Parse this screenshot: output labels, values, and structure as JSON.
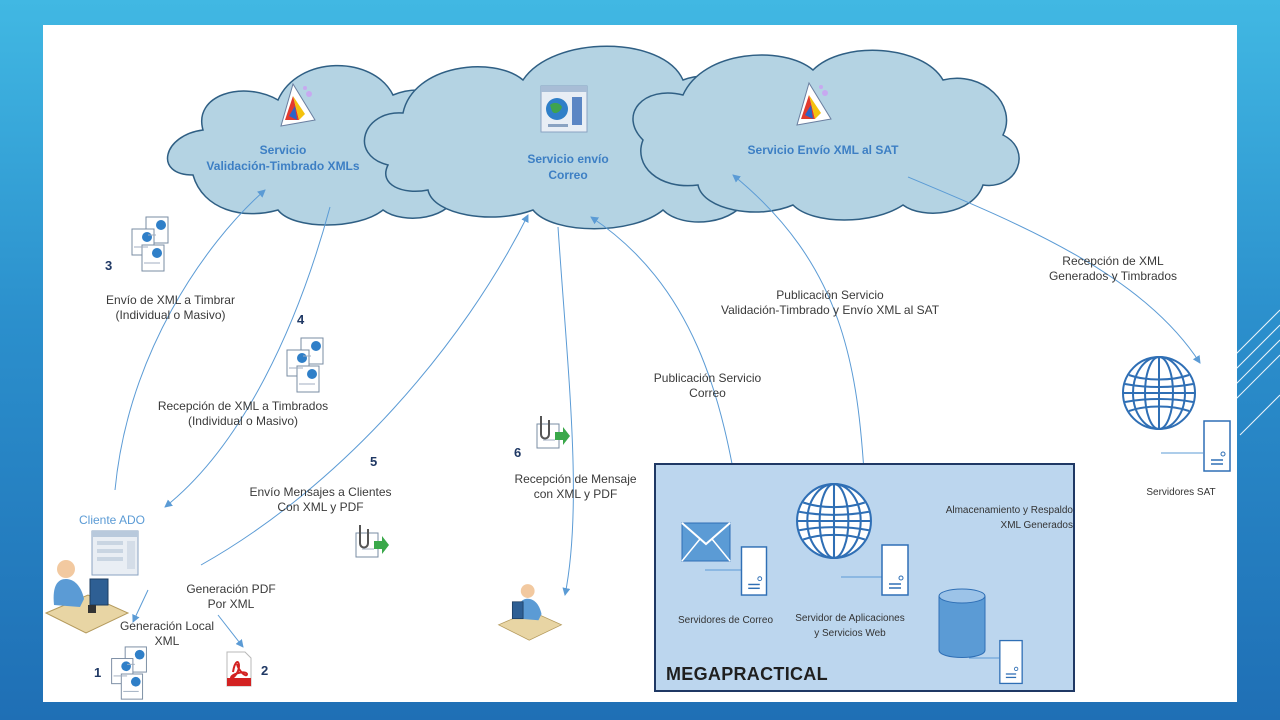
{
  "clouds": {
    "validation": "Servicio\nValidación-Timbrado XMLs",
    "email": "Servicio envío\nCorreo",
    "sat": "Servicio Envío XML al SAT"
  },
  "steps": {
    "s1": "1",
    "s2": "2",
    "s3": "3",
    "s4": "4",
    "s5": "5",
    "s6": "6"
  },
  "labels": {
    "send_xml": "Envío de XML a Timbrar\n(Individual o Masivo)",
    "receive_xml": "Recepción de XML a Timbrados\n(Individual o Masivo)",
    "send_messages": "Envío Mensajes a Clientes\nCon XML y PDF",
    "receive_message": "Recepción de Mensaje\ncon XML y PDF",
    "pub_email": "Publicación Servicio\nCorreo",
    "pub_validation": "Publicación Servicio\nValidación-Timbrado y Envío XML al SAT",
    "reception_sat": "Recepción de XML\nGenerados y Timbrados",
    "client": "Cliente ADO",
    "gen_pdf": "Generación PDF\nPor XML",
    "gen_local": "Generación Local\nXML",
    "sat_servers": "Servidores SAT",
    "mail_servers": "Servidores de Correo",
    "app_servers": "Servidor de Aplicaciones\ny Servicios Web",
    "storage": "Almacenamiento y Respaldo\nXML Generados"
  },
  "megapractical": {
    "title": "MEGAPRACTICAL"
  },
  "icons": [
    "color-palette-icon",
    "browser-globe-icon",
    "xml-documents-icon",
    "email-attachment-icon",
    "user-computer-icon",
    "pdf-icon",
    "globe-icon",
    "server-icon",
    "envelope-icon",
    "database-icon",
    "application-window-icon"
  ],
  "colors": {
    "cloud_fill": "#b4d3e3",
    "cloud_stroke": "#2f5f84",
    "arrow": "#5b9bd5",
    "mega_fill": "#bcd6ee",
    "mega_stroke": "#1f3864",
    "cloud_text": "#3d7fc4"
  }
}
